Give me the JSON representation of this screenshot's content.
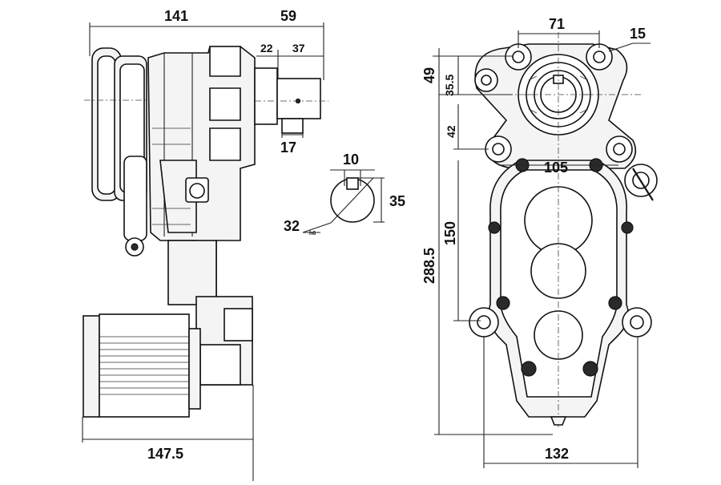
{
  "drawing": {
    "dimensions": {
      "left_top_width": "141",
      "left_top_right": "59",
      "dim_22": "22",
      "dim_37": "37",
      "dim_35_vertical": "35",
      "dim_17": "17",
      "left_bottom_width": "147.5",
      "shaft_keyway": "10",
      "shaft_height": "35",
      "shaft_diameter": "32",
      "shaft_tolerance": "h6",
      "right_top_width": "71",
      "right_hole": "15",
      "right_49": "49",
      "right_35_5": "35.5",
      "right_42": "42",
      "right_105": "105",
      "right_150": "150",
      "right_total_height": "288.5",
      "right_bottom_width": "132"
    }
  }
}
